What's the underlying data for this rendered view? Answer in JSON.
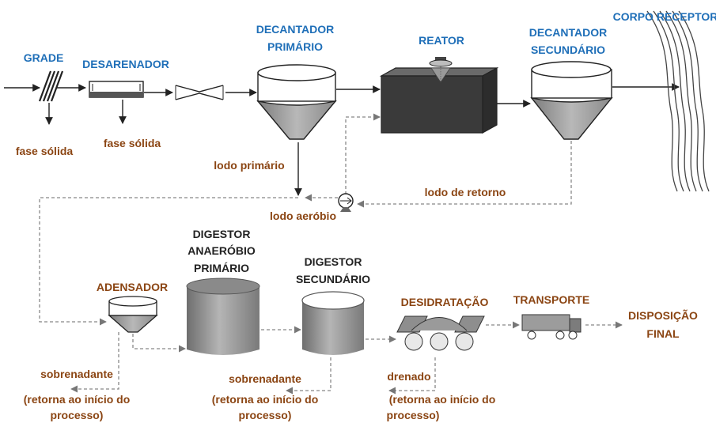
{
  "colors": {
    "stage_label": "#1f6fb8",
    "stream_label": "#8b4513",
    "equipment_dark": "#3a3a3a",
    "equipment_gray": "#9a9a9a"
  },
  "labels": {
    "grade": "GRADE",
    "desarenador": "DESARENADOR",
    "decantador_primario": [
      "DECANTADOR",
      "PRIMÁRIO"
    ],
    "reator": "REATOR",
    "decantador_secundario": [
      "DECANTADOR",
      "SECUNDÁRIO"
    ],
    "corpo_receptor": "CORPO RECEPTOR",
    "fase_solida_1": "fase sólida",
    "fase_solida_2": "fase sólida",
    "lodo_primario": "lodo primário",
    "lodo_retorno": "lodo de retorno",
    "lodo_aerobio": "lodo aeróbio",
    "adensador": "ADENSADOR",
    "digestor_anaerobio": [
      "DIGESTOR",
      "ANAERÓBIO",
      "PRIMÁRIO"
    ],
    "digestor_secundario": [
      "DIGESTOR",
      "SECUNDÁRIO"
    ],
    "desidratacao": "DESIDRATAÇÃO",
    "transporte": "TRANSPORTE",
    "disposicao_final": [
      "DISPOSIÇÃO",
      "FINAL"
    ],
    "sobrenadante_1": "sobrenadante",
    "retorna_1": [
      "(retorna ao início do",
      "processo)"
    ],
    "sobrenadante_2": "sobrenadante",
    "retorna_2": [
      "(retorna ao início do",
      "processo)"
    ],
    "drenado": "drenado",
    "retorna_3": [
      "(retorna ao início do",
      "processo)"
    ]
  },
  "icons": [
    "bar-screen-icon",
    "grit-chamber-icon",
    "venturi-flume-icon",
    "primary-clarifier-icon",
    "aerator-icon",
    "reactor-tank-icon",
    "secondary-clarifier-icon",
    "river-icon",
    "pump-icon",
    "thickener-icon",
    "anaerobic-digester-icon",
    "secondary-digester-icon",
    "belt-press-icon",
    "truck-icon"
  ]
}
